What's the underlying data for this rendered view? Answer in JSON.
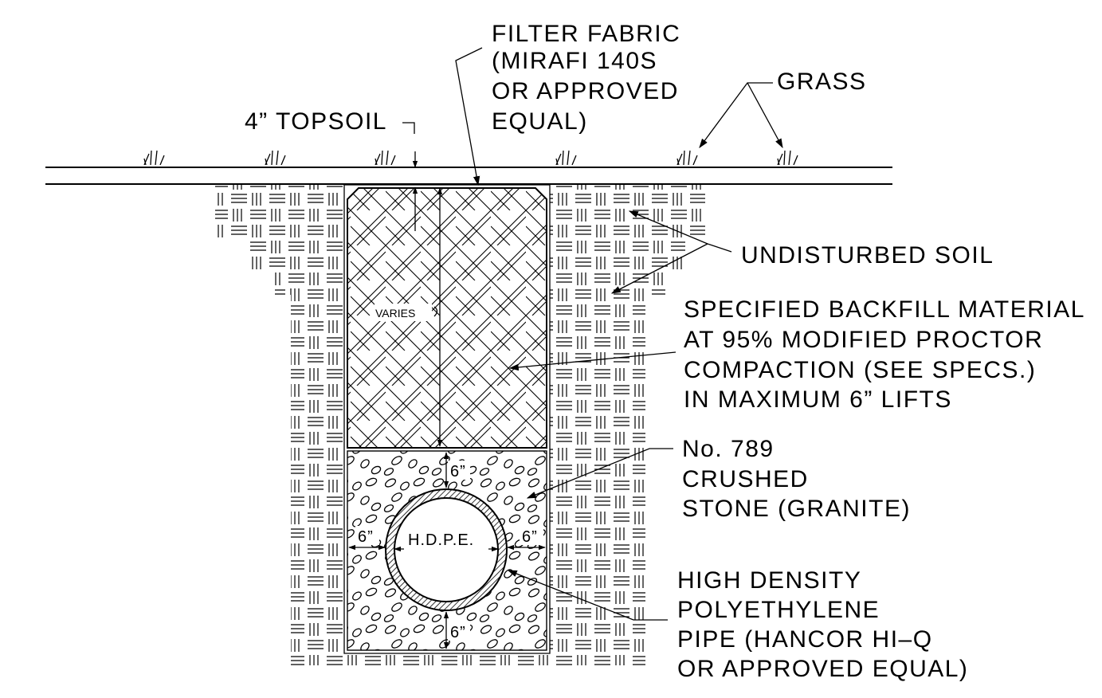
{
  "labels": {
    "filter_fabric": [
      "FILTER FABRIC",
      "(MIRAFI 140S",
      "OR APPROVED",
      "EQUAL)"
    ],
    "grass": "GRASS",
    "topsoil": "4” TOPSOIL",
    "undisturbed_soil": "UNDISTURBED SOIL",
    "backfill": [
      "SPECIFIED BACKFILL MATERIAL",
      "AT 95% MODIFIED PROCTOR",
      "COMPACTION (SEE SPECS.)",
      "IN MAXIMUM 6” LIFTS"
    ],
    "crushed_stone": [
      "No. 789",
      "CRUSHED",
      "STONE (GRANITE)"
    ],
    "hdpe_pipe": [
      "HIGH DENSITY",
      "POLYETHYLENE",
      "PIPE (HANCOR HI–Q",
      "OR APPROVED EQUAL)"
    ],
    "varies": "VARIES",
    "pipe_tag": "H.D.P.E.",
    "dim_top": "6”",
    "dim_left": "6”",
    "dim_right": "6”",
    "dim_bottom": "6”"
  }
}
